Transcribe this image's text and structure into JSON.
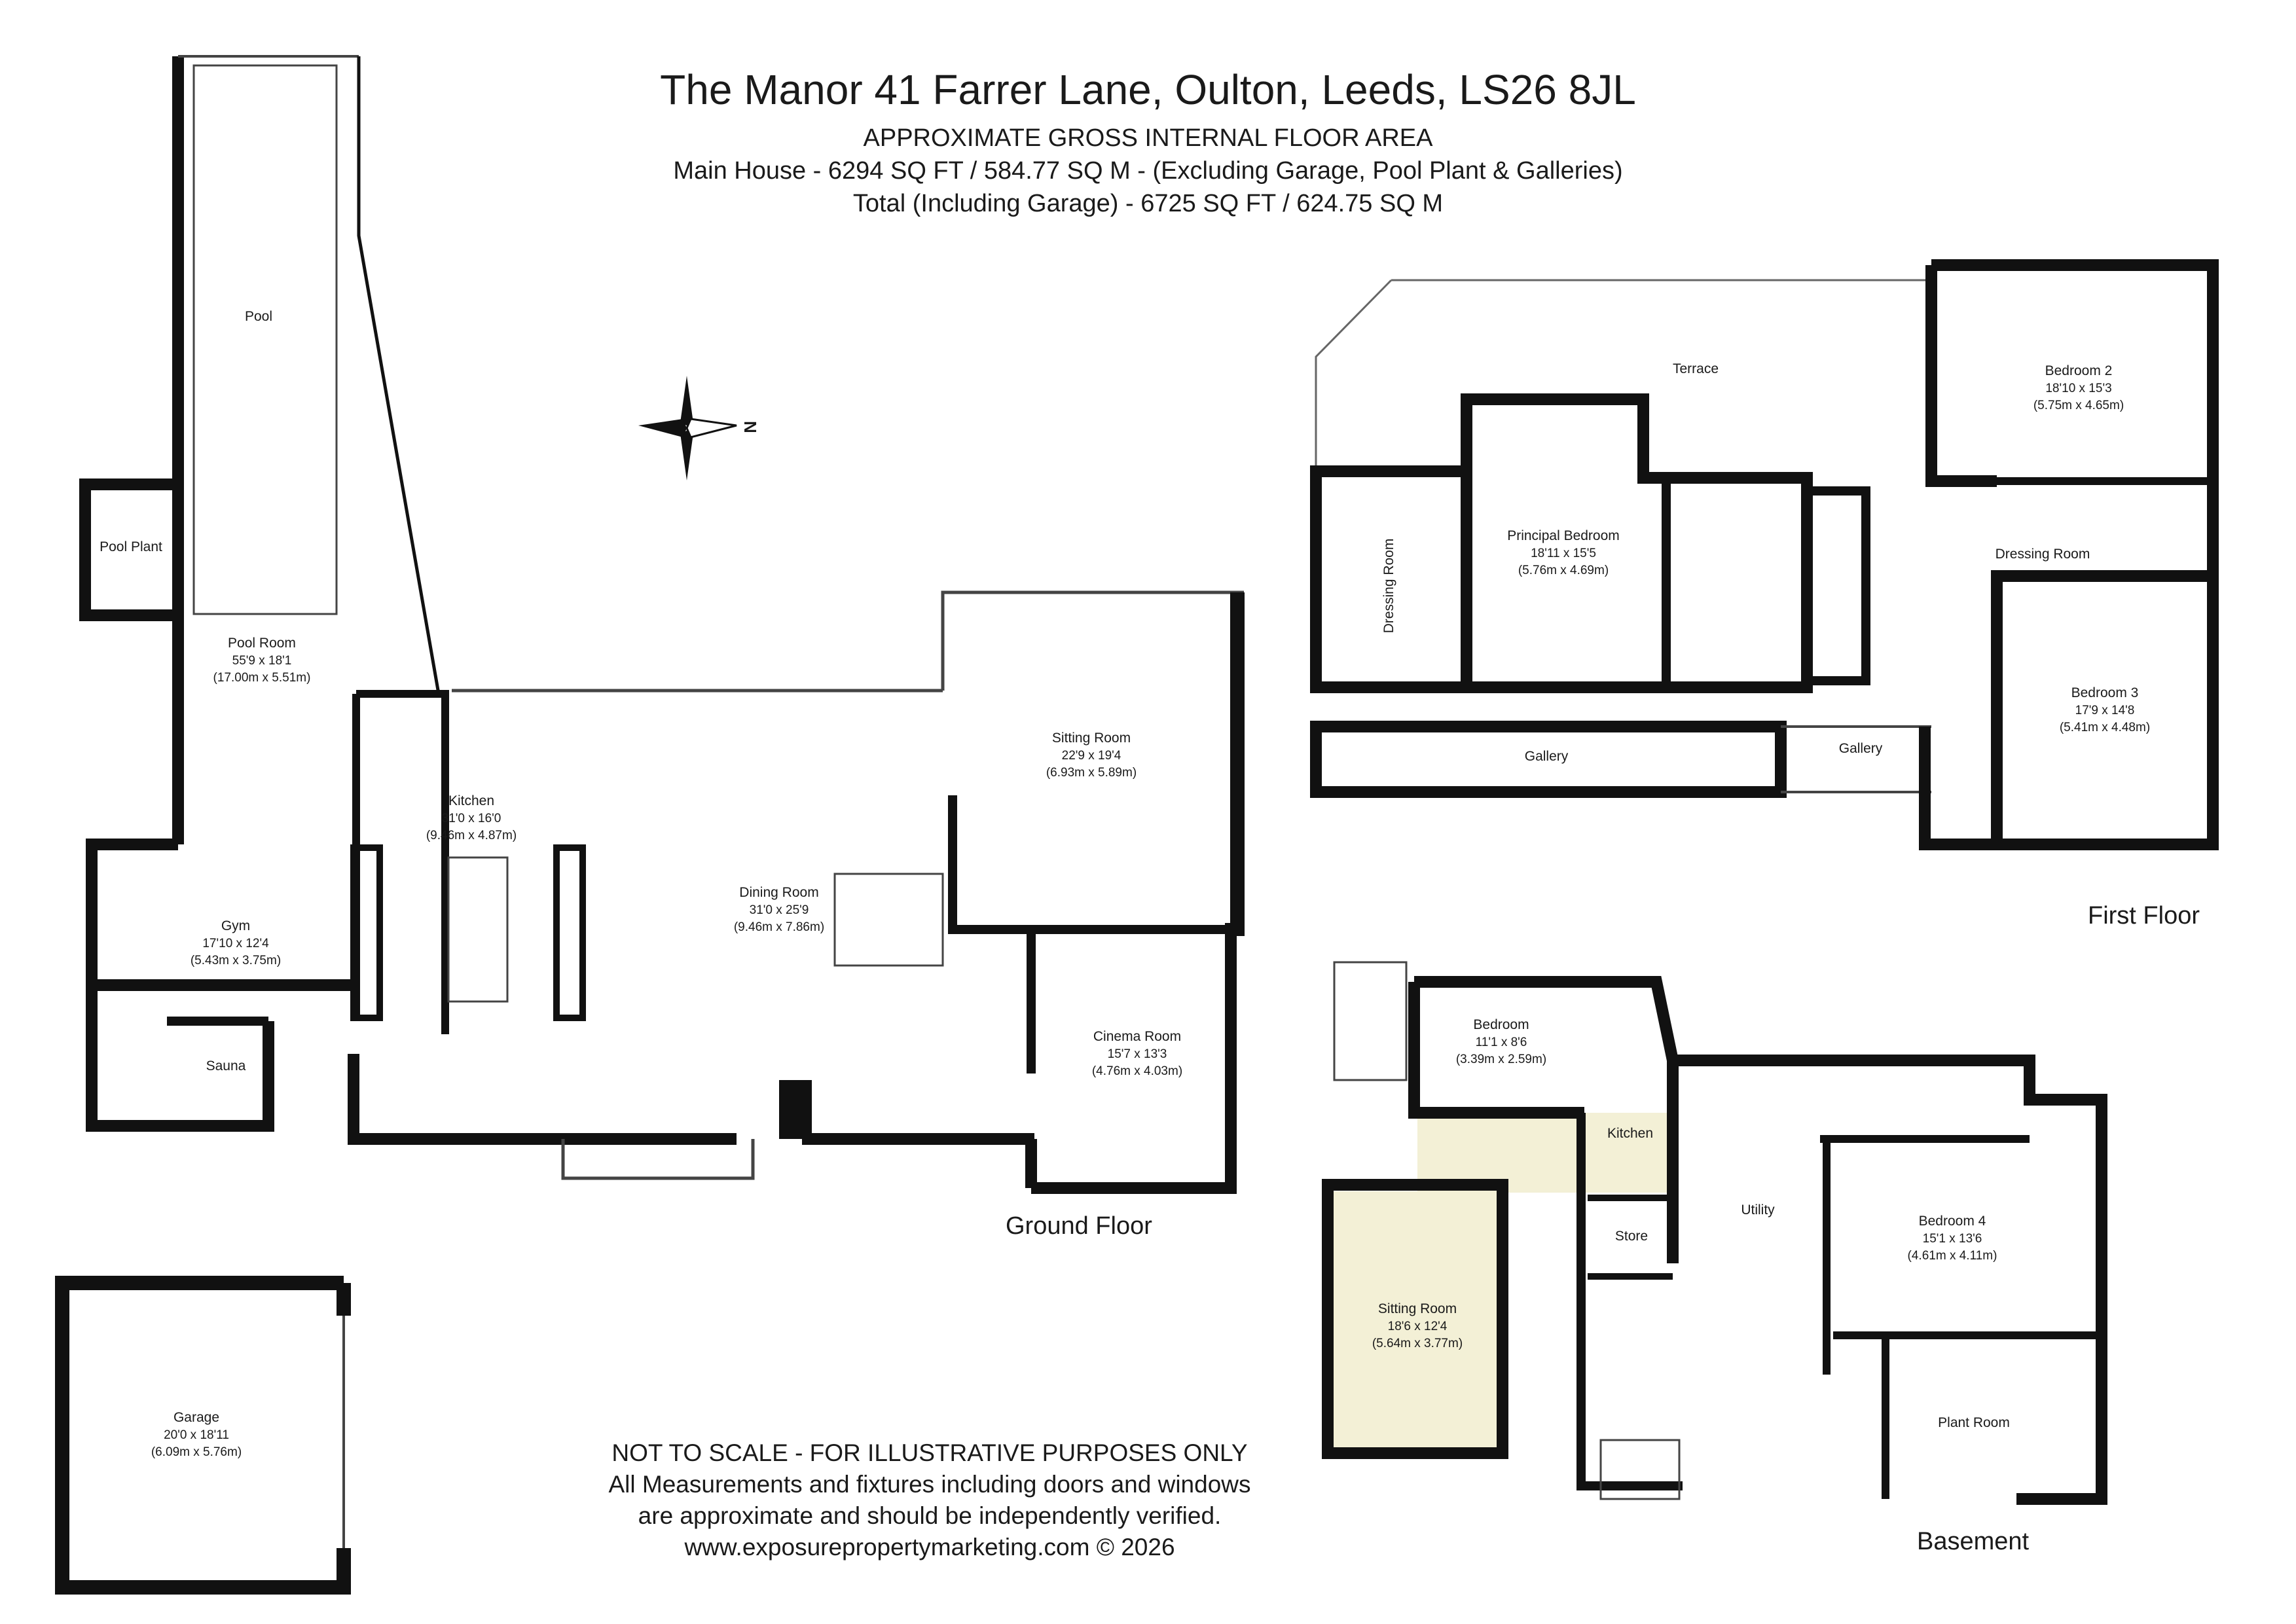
{
  "header": {
    "title": "The Manor 41 Farrer Lane, Oulton, Leeds, LS26 8JL",
    "area_heading": "APPROXIMATE GROSS INTERNAL FLOOR AREA",
    "main_house": "Main House - 6294 SQ FT / 584.77 SQ M - (Excluding Garage, Pool Plant & Galleries)",
    "total": "Total (Including Garage) - 6725 SQ FT / 624.75 SQ M"
  },
  "floors": {
    "ground": "Ground Floor",
    "first": "First Floor",
    "basement": "Basement"
  },
  "compass": {
    "north_label": "N"
  },
  "rooms": {
    "pool": {
      "name": "Pool"
    },
    "pool_plant": {
      "name": "Pool Plant"
    },
    "pool_room": {
      "name": "Pool Room",
      "imperial": "55'9 x 18'1",
      "metric": "(17.00m x 5.51m)"
    },
    "kitchen": {
      "name": "Kitchen",
      "imperial": "31'0 x 16'0",
      "metric": "(9.46m x 4.87m)"
    },
    "sitting_ground": {
      "name": "Sitting Room",
      "imperial": "22'9 x 19'4",
      "metric": "(6.93m x 5.89m)"
    },
    "dining": {
      "name": "Dining Room",
      "imperial": "31'0 x 25'9",
      "metric": "(9.46m x 7.86m)"
    },
    "gym": {
      "name": "Gym",
      "imperial": "17'10 x 12'4",
      "metric": "(5.43m x 3.75m)"
    },
    "sauna": {
      "name": "Sauna"
    },
    "cinema": {
      "name": "Cinema Room",
      "imperial": "15'7 x 13'3",
      "metric": "(4.76m x 4.03m)"
    },
    "garage": {
      "name": "Garage",
      "imperial": "20'0 x 18'11",
      "metric": "(6.09m x 5.76m)"
    },
    "terrace": {
      "name": "Terrace"
    },
    "principal": {
      "name": "Principal Bedroom",
      "imperial": "18'11 x 15'5",
      "metric": "(5.76m x 4.69m)"
    },
    "dressing_1": {
      "name": "Dressing Room"
    },
    "dressing_2": {
      "name": "Dressing Room"
    },
    "gallery_1": {
      "name": "Gallery"
    },
    "gallery_2": {
      "name": "Gallery"
    },
    "bedroom2": {
      "name": "Bedroom 2",
      "imperial": "18'10 x 15'3",
      "metric": "(5.75m x 4.65m)"
    },
    "bedroom3": {
      "name": "Bedroom 3",
      "imperial": "17'9 x 14'8",
      "metric": "(5.41m x 4.48m)"
    },
    "bedroom_b": {
      "name": "Bedroom",
      "imperial": "11'1 x 8'6",
      "metric": "(3.39m x 2.59m)"
    },
    "kitchen_b": {
      "name": "Kitchen"
    },
    "store": {
      "name": "Store"
    },
    "utility": {
      "name": "Utility"
    },
    "bedroom4": {
      "name": "Bedroom 4",
      "imperial": "15'1 x 13'6",
      "metric": "(4.61m x 4.11m)"
    },
    "sitting_b": {
      "name": "Sitting Room",
      "imperial": "18'6 x 12'4",
      "metric": "(5.64m x 3.77m)"
    },
    "plant_room": {
      "name": "Plant Room"
    }
  },
  "disclaimer": {
    "line1": "NOT TO SCALE - FOR ILLUSTRATIVE PURPOSES ONLY",
    "line2": "All Measurements and fixtures including doors and windows",
    "line3": "are approximate and should be independently verified.",
    "line4": "www.exposurepropertymarketing.com © 2026"
  },
  "colors": {
    "wall": "#111111",
    "annex_fill": "#f3f0d6",
    "thin_line": "#444444"
  }
}
